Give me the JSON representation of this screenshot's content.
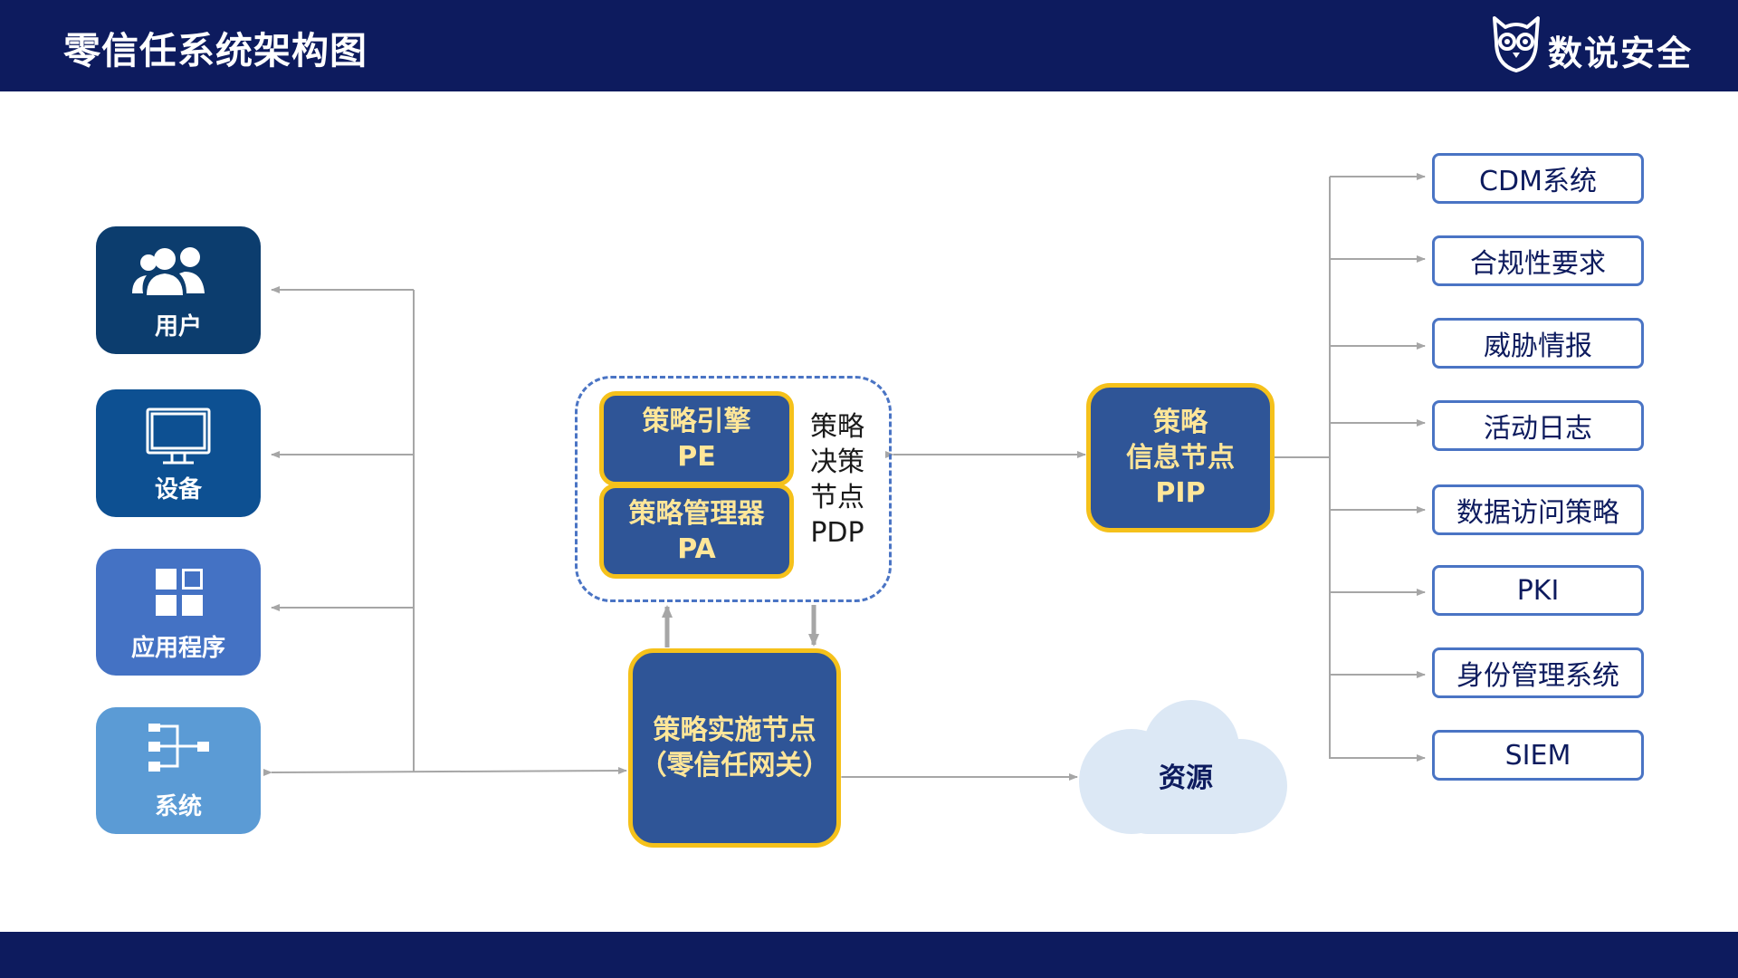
{
  "header": {
    "title": "零信任系统架构图",
    "logo_text": "数说安全",
    "logo_icon": "owl-icon"
  },
  "colors": {
    "navy": "#0d1b5e",
    "node_fill": "#2f5597",
    "node_border": "#f5c11b",
    "node_text": "#ffe699",
    "frame": "#4a74c4",
    "arrow": "#a6a6a6",
    "cloud": "#dce8f5"
  },
  "actors": [
    {
      "label": "用户",
      "icon": "users-icon",
      "color": "#0c3d6e"
    },
    {
      "label": "设备",
      "icon": "monitor-icon",
      "color": "#0d5092"
    },
    {
      "label": "应用程序",
      "icon": "grid-icon",
      "color": "#4472c4"
    },
    {
      "label": "系统",
      "icon": "hierarchy-icon",
      "color": "#5b9bd5"
    }
  ],
  "pdp": {
    "pe": {
      "line1": "策略引擎",
      "line2": "PE"
    },
    "pa": {
      "line1": "策略管理器",
      "line2": "PA"
    },
    "label": [
      "策略",
      "决策",
      "节点",
      "PDP"
    ]
  },
  "pep": {
    "line1": "策略实施节点",
    "line2": "（零信任网关）"
  },
  "pip": {
    "line1": "策略",
    "line2": "信息节点",
    "line3": "PIP"
  },
  "resource": {
    "label": "资源"
  },
  "sources": [
    "CDM系统",
    "合规性要求",
    "威胁情报",
    "活动日志",
    "数据访问策略",
    "PKI",
    "身份管理系统",
    "SIEM"
  ]
}
